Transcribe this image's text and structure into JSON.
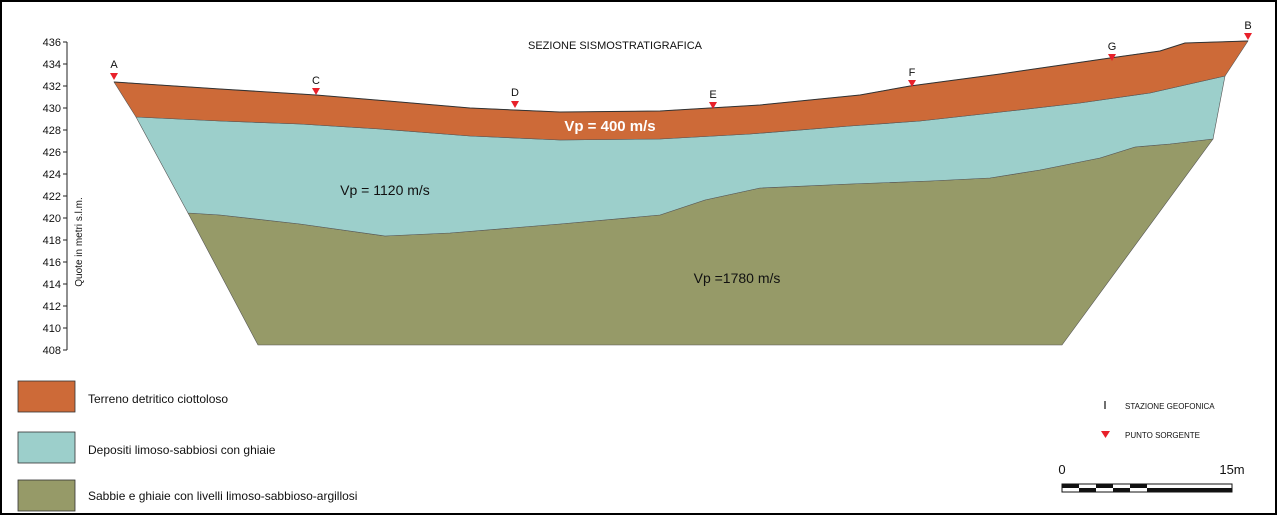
{
  "title": "SEZIONE SISMOSTRATIGRAFICA",
  "y_axis": {
    "label": "Quote in metri s.l.m.",
    "ticks": [
      "436",
      "434",
      "432",
      "430",
      "428",
      "426",
      "424",
      "422",
      "420",
      "418",
      "416",
      "414",
      "412",
      "410",
      "408"
    ]
  },
  "layers": [
    {
      "name": "Terreno detritico ciottoloso",
      "velocity_label": "Vp = 400 m/s",
      "color": "#cd6a38"
    },
    {
      "name": "Depositi limoso-sabbiosi con ghiaie",
      "velocity_label": "Vp = 1120 m/s",
      "color": "#9ccfcb"
    },
    {
      "name": "Sabbie e ghiaie con livelli limoso-sabbioso-argillosi",
      "velocity_label": "Vp =1780 m/s",
      "color": "#969a68"
    }
  ],
  "source_points": [
    "A",
    "C",
    "D",
    "E",
    "F",
    "G",
    "B"
  ],
  "symbol_legend": {
    "station": "STAZIONE GEOFONICA",
    "source": "PUNTO SORGENTE"
  },
  "scale_bar": {
    "start": "0",
    "end": "15m"
  },
  "colors": {
    "source_marker": "#e8202a",
    "outline": "#222222"
  }
}
